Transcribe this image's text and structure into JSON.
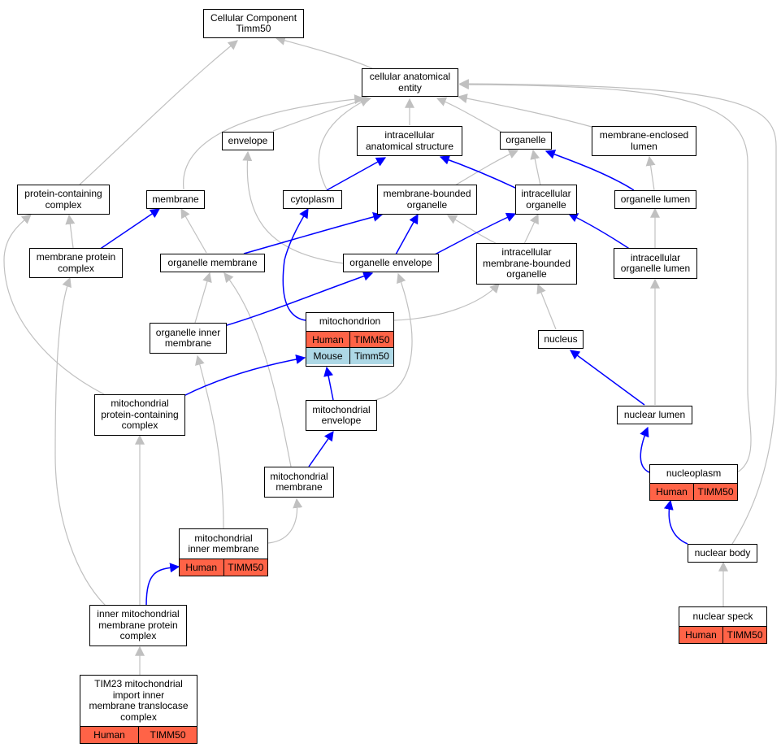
{
  "colors": {
    "is_a_edge": "#c0c0c0",
    "part_of_edge": "#0000ff",
    "human_row": "#ff6347",
    "mouse_row": "#add8e6",
    "node_border": "#000000",
    "node_fill": "#ffffff"
  },
  "nodes": {
    "cellular_component_timm50": "Cellular Component\nTimm50",
    "cellular_anatomical_entity": "cellular anatomical\nentity",
    "envelope": "envelope",
    "intracellular_anatomical_structure": "intracellular\nanatomical structure",
    "organelle": "organelle",
    "membrane_enclosed_lumen": "membrane-enclosed\nlumen",
    "protein_containing_complex": "protein-containing\ncomplex",
    "membrane": "membrane",
    "cytoplasm": "cytoplasm",
    "membrane_bounded_organelle": "membrane-bounded\norganelle",
    "intracellular_organelle": "intracellular\norganelle",
    "organelle_lumen": "organelle lumen",
    "membrane_protein_complex": "membrane protein\ncomplex",
    "organelle_membrane": "organelle membrane",
    "organelle_envelope": "organelle envelope",
    "intracellular_membrane_bounded_organelle": "intracellular\nmembrane-bounded\norganelle",
    "intracellular_organelle_lumen": "intracellular\norganelle lumen",
    "organelle_inner_membrane": "organelle inner\nmembrane",
    "nucleus": "nucleus",
    "mitochondrial_protein_containing_complex": "mitochondrial\nprotein-containing\ncomplex",
    "mitochondrial_envelope": "mitochondrial\nenvelope",
    "nuclear_lumen": "nuclear lumen",
    "mitochondrial_membrane": "mitochondrial\nmembrane",
    "nuclear_body": "nuclear body",
    "inner_mitochondrial_membrane_protein_complex": "inner mitochondrial\nmembrane protein\ncomplex"
  },
  "annotated": {
    "mitochondrion": {
      "label": "mitochondrion",
      "rows": [
        [
          "Human",
          "TIMM50"
        ],
        [
          "Mouse",
          "Timm50"
        ]
      ]
    },
    "nucleoplasm": {
      "label": "nucleoplasm",
      "rows": [
        [
          "Human",
          "TIMM50"
        ]
      ]
    },
    "mitochondrial_inner_membrane": {
      "label": "mitochondrial\ninner membrane",
      "rows": [
        [
          "Human",
          "TIMM50"
        ]
      ]
    },
    "nuclear_speck": {
      "label": "nuclear speck",
      "rows": [
        [
          "Human",
          "TIMM50"
        ]
      ]
    },
    "tim23": {
      "label": "TIM23 mitochondrial\nimport inner\nmembrane translocase\ncomplex",
      "rows": [
        [
          "Human",
          "TIMM50"
        ]
      ]
    }
  }
}
